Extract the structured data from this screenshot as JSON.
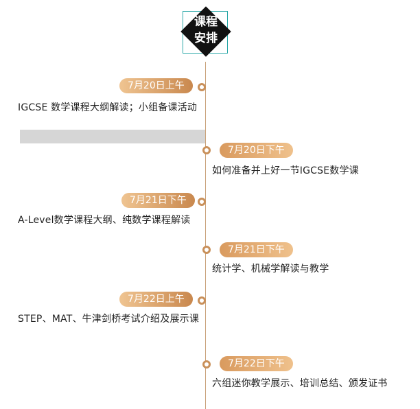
{
  "title": "课程\n安排",
  "events": [
    {
      "time": "7月20日上午",
      "desc": "IGCSE 数学课程大纲解读；小组备课活动"
    },
    {
      "time": "7月20日下午",
      "desc": "如何准备并上好一节IGCSE数学课"
    },
    {
      "time": "7月21日下午",
      "desc": "A-Level数学课程大纲、纯数学课程解读"
    },
    {
      "time": "7月21日下午",
      "desc": "统计学、机械学解读与教学"
    },
    {
      "time": "7月22日上午",
      "desc": "STEP、MAT、牛津剑桥考试介绍及展示课"
    },
    {
      "time": "7月22日下午",
      "desc": "六组迷你教学展示、培训总结、颁发证书"
    }
  ]
}
